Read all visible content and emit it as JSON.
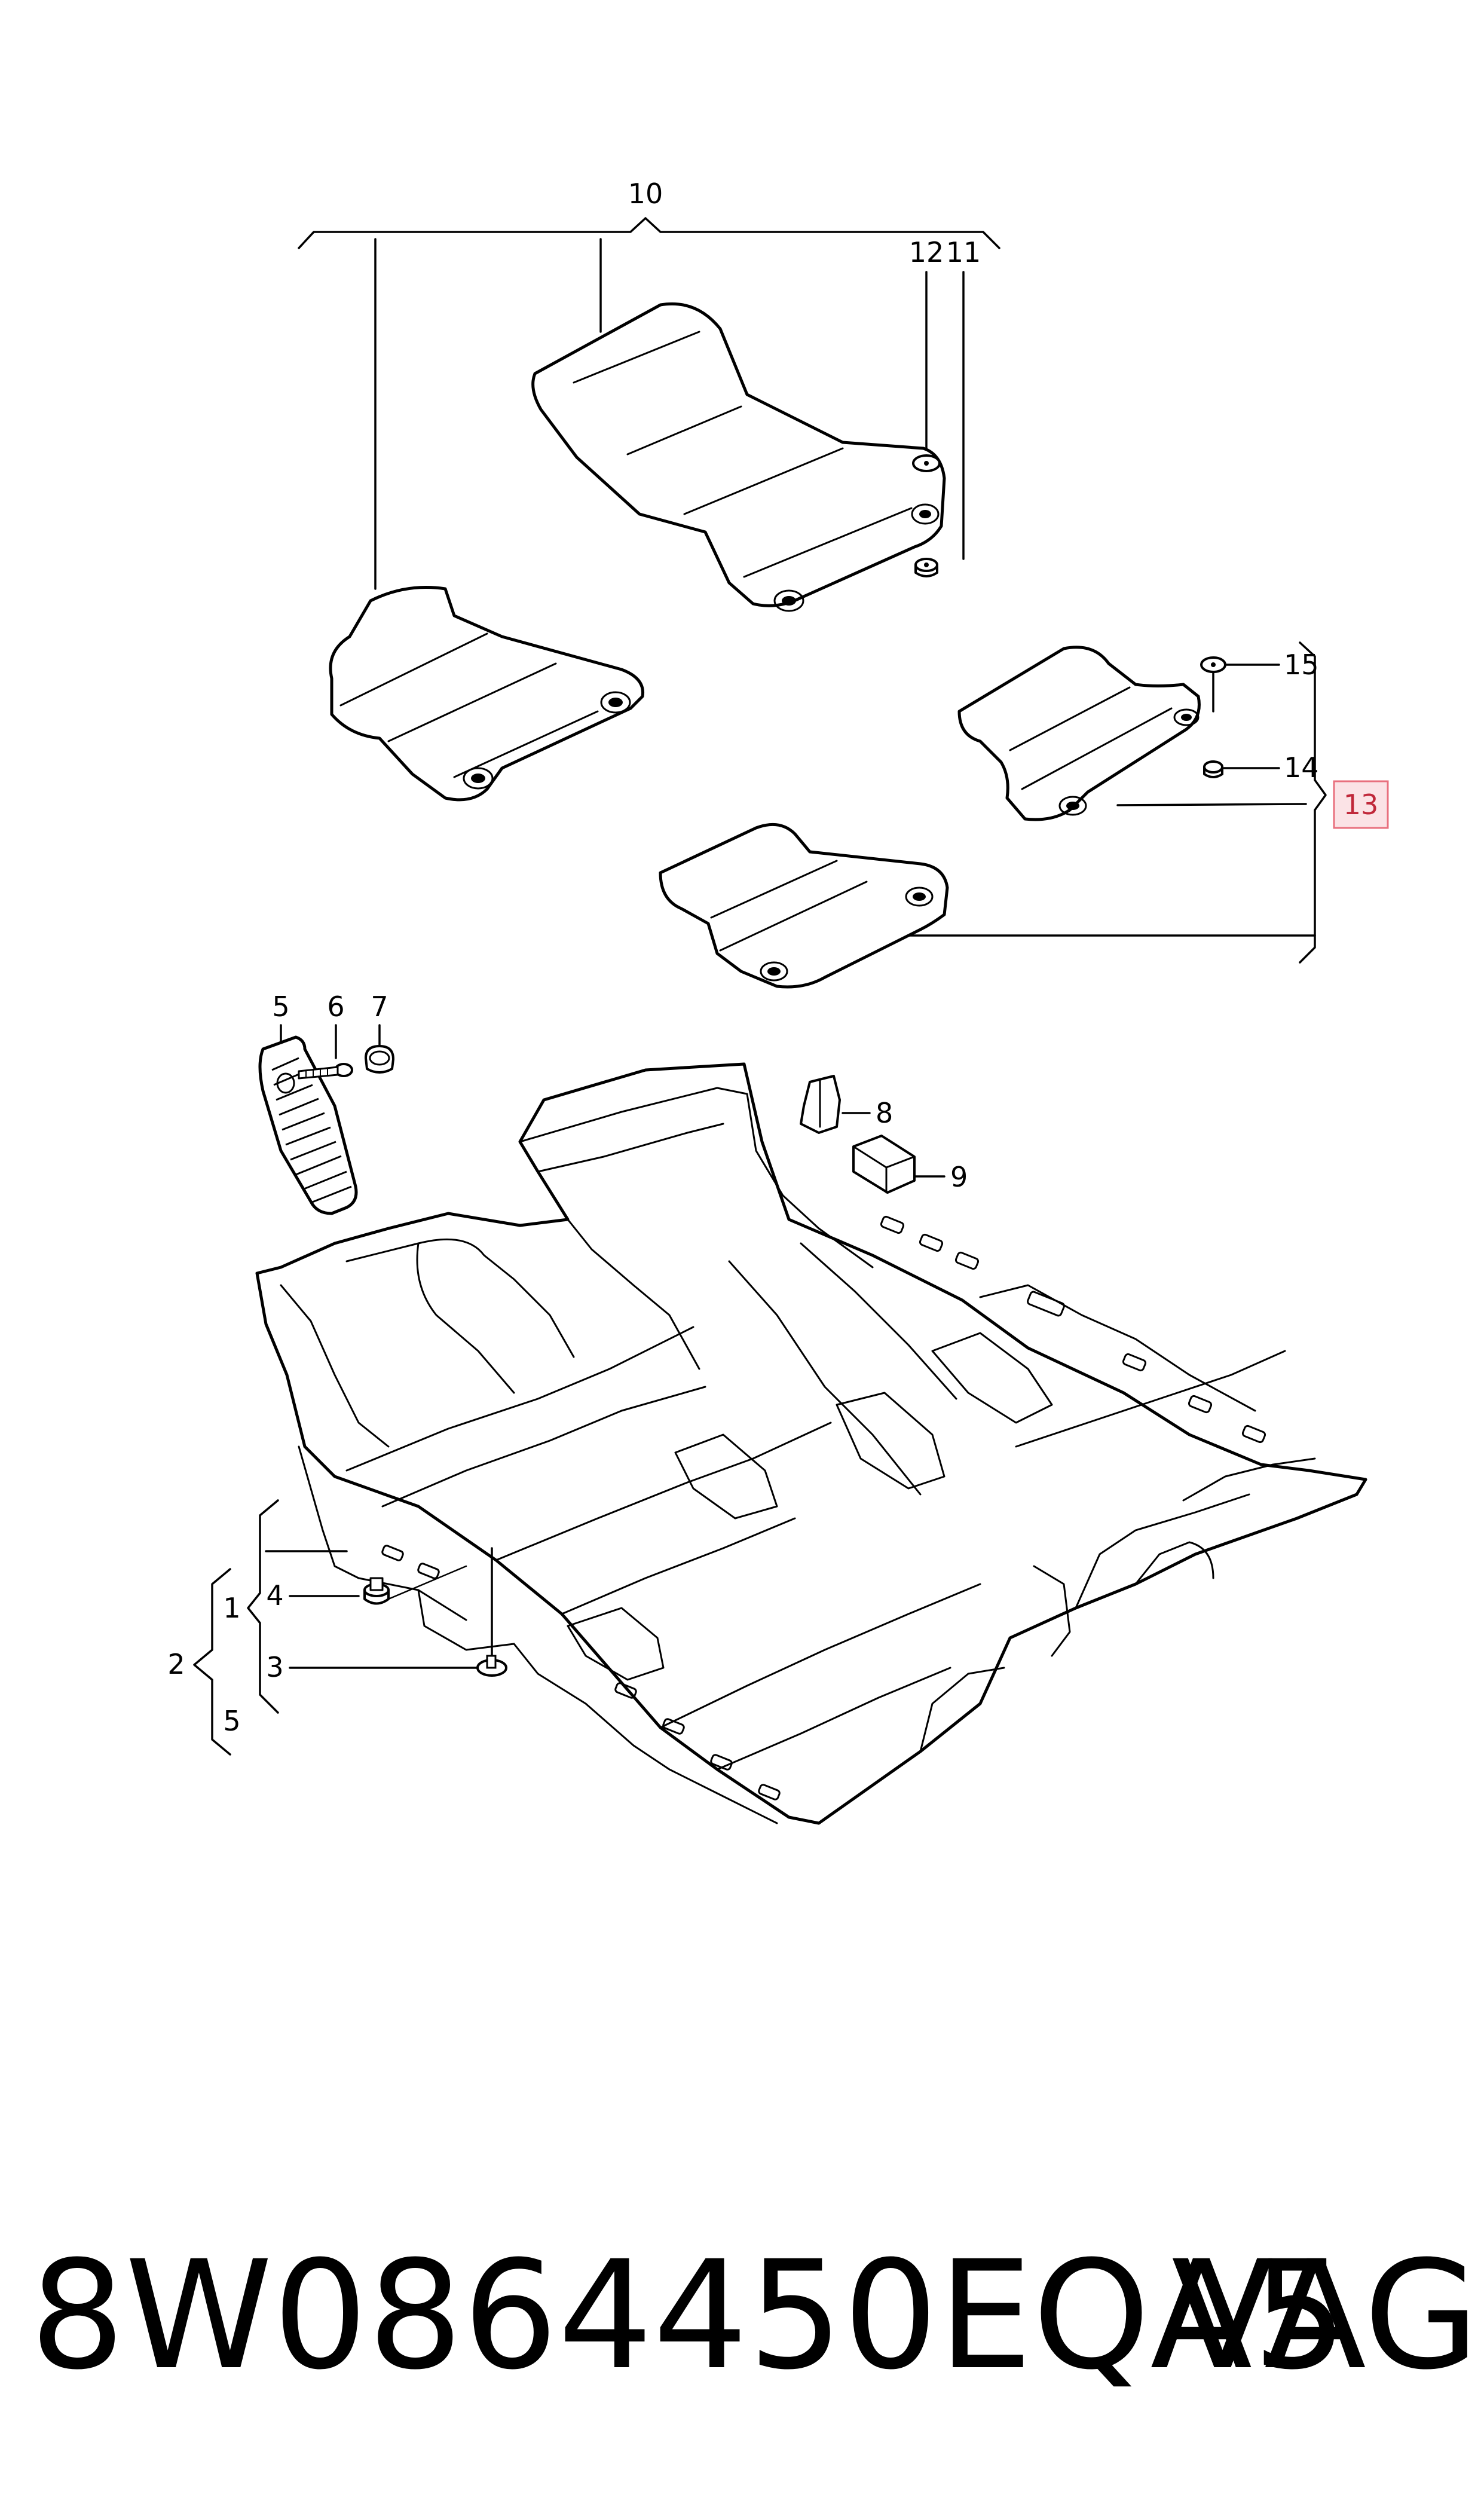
{
  "diagram": {
    "callouts": {
      "c1": "1",
      "c2": "2",
      "c3": "3",
      "c4": "4",
      "c5a": "5",
      "c5b": "5",
      "c6": "6",
      "c7": "7",
      "c8": "8",
      "c9": "9",
      "c10": "10",
      "c11": "11",
      "c12": "12",
      "c13": "13",
      "c14": "14",
      "c15": "15"
    },
    "highlight_color": "#e8707e"
  },
  "footer": {
    "part_number": "8W0864450EQA5",
    "brand": "VAG"
  }
}
